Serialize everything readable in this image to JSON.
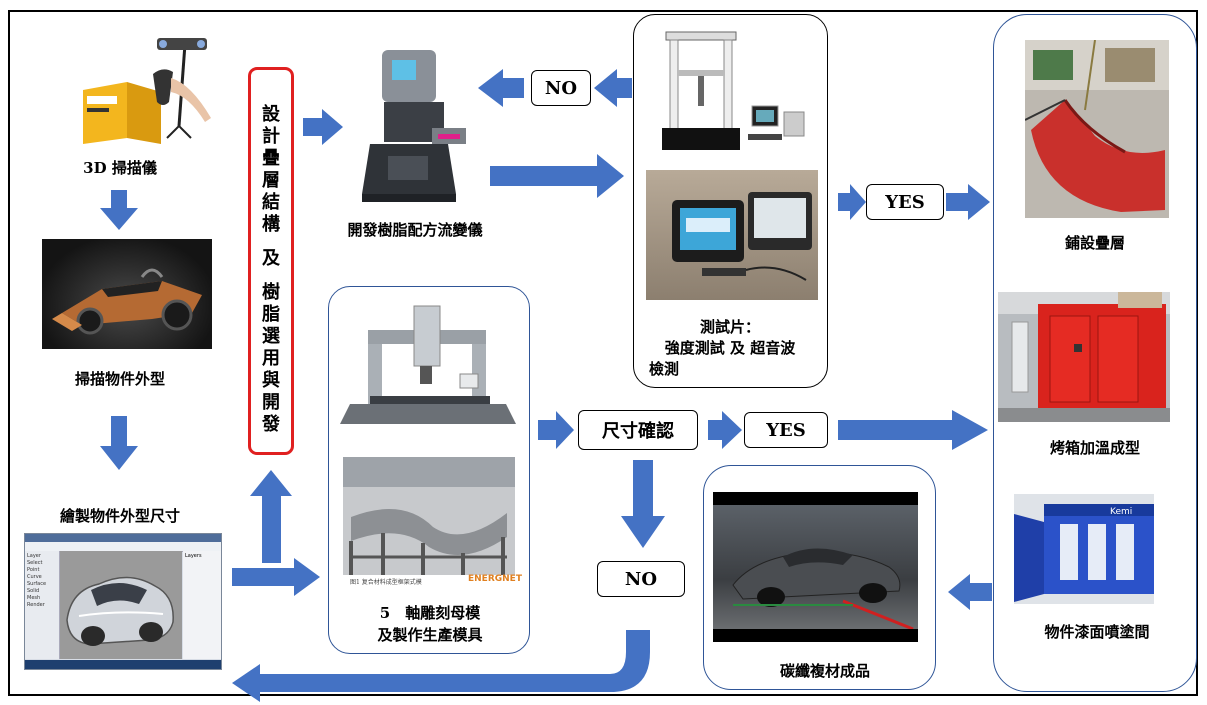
{
  "labels": {
    "scanner": "3D 掃描儀",
    "scan_shape": "掃描物件外型",
    "draw_dims": "繪製物件外型尺寸",
    "rheometer": "開發樹脂配方流變儀",
    "test_piece_1": "測試片：",
    "test_piece_2": "強度測試 及 超音波",
    "test_piece_3": "檢測",
    "layup": "鋪設疊層",
    "oven": "烤箱加溫成型",
    "paint_booth": "物件漆面噴塗間",
    "cf_product": "碳纖複材成品",
    "cnc_1": "5　軸雕刻母模",
    "cnc_2": "及製作生產模具",
    "mold_caption": "图1  复合材料成型框架式模",
    "mold_logo": "ENERGNET"
  },
  "design_box": {
    "chars": [
      "設",
      "計",
      "疊",
      "層",
      "結",
      "構",
      "",
      "及",
      "",
      "樹",
      "脂",
      "選",
      "用",
      "與",
      "開",
      "發"
    ]
  },
  "decisions": {
    "no_top": "NO",
    "yes_top": "YES",
    "size_check": "尺寸確認",
    "yes_mid": "YES",
    "no_mid": "NO"
  },
  "cad_ui": {
    "tool_labels": [
      "Layer",
      "Select",
      "Point",
      "Curve",
      "Surface",
      "Solid",
      "Mesh",
      "Render"
    ],
    "panel_label": "Layers"
  },
  "paint_booth_brand": "Kemi",
  "colors": {
    "arrow": "#4472c4",
    "panel_border": "#2f5597",
    "highlight_border": "#e02020"
  }
}
